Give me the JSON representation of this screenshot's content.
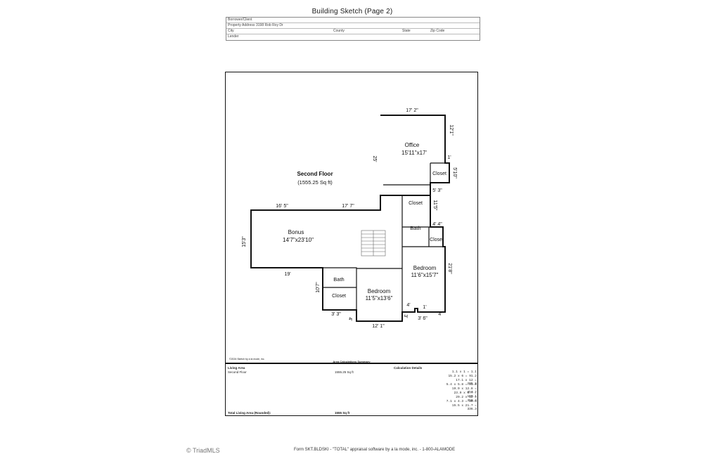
{
  "page": {
    "title": "Building Sketch (Page 2)"
  },
  "header": {
    "borrower_label": "Borrower/Client",
    "property_label": "Property Address",
    "property_value": "3198 Rob Roy Dr",
    "city_label": "City",
    "county_label": "County",
    "state_label": "State",
    "zip_label": "Zip Code",
    "lender_label": "Lender"
  },
  "sketch": {
    "floor_title": "Second Floor",
    "floor_area": "(1555.25 Sq ft)",
    "rooms": {
      "office": {
        "name": "Office",
        "size": "15'11\"x17'"
      },
      "closet_office": {
        "name": "Closet"
      },
      "closet_upper": {
        "name": "Closet"
      },
      "bath_upper": {
        "name": "Bath"
      },
      "closet_right": {
        "name": "Closet"
      },
      "bonus": {
        "name": "Bonus",
        "size": "14'7\"x23'10\""
      },
      "bedroom_right": {
        "name": "Bedroom",
        "size": "11'6\"x15'7\""
      },
      "bath_lower": {
        "name": "Bath"
      },
      "closet_lower": {
        "name": "Closet"
      },
      "bedroom_lower": {
        "name": "Bedroom",
        "size": "11'5\"x13'6\""
      }
    },
    "dims": {
      "office_top": "17' 2\"",
      "office_right": "12'1\"",
      "office_left": "25'",
      "office_notch": "1'",
      "closet_right": "5'10\"",
      "closet_bottom": "5' 3\"",
      "bath_right": "11'5\"",
      "step_44": "4' 4\"",
      "bonus_top_left": "16' 5\"",
      "bonus_top_right": "17' 7\"",
      "bonus_left": "15'3\"",
      "bonus_bottom": "19'",
      "bedroom_right_side": "21'8\"",
      "bath_lower_left": "10'7\"",
      "bottom_33": "3' 3\"",
      "bottom_small": "4'",
      "bottom_121": "12' 1\"",
      "bottom_3": "3'",
      "bottom_4a": "4'",
      "bottom_1": "1'",
      "bottom_36": "3' 6\"",
      "bottom_4b": "4'"
    },
    "copyright": "©2024 Sketch by a la mode, inc."
  },
  "summary": {
    "title": "Area Calculations Summary",
    "living_area_label": "Living Area",
    "second_floor_label": "Second Floor",
    "second_floor_value": "1555.25 Sq ft",
    "calc_details_label": "Calculation Details",
    "calc_lines": [
      "1.1 x 1 = 1.1",
      "15.2 x 6 = 91.2",
      "17.1 x 12 = 205.2",
      "5.4 x 5.8 = 31.3",
      "19.9 x 12.8 = 254.7",
      "23.9 x 6.7 = 160.1",
      "29.2 x 12 = 350.4",
      "7.1 x 4.3 = 30.5",
      "15.5 x 21.7 = 336.3"
    ],
    "total_label": "Total Living Area (Rounded):",
    "total_value": "1555 Sq ft"
  },
  "footer": {
    "left": "© TriadMLS",
    "center": "Form SKT.BLDSKI - \"TOTAL\" appraisal software by a la mode, inc. - 1-800-ALAMODE"
  }
}
